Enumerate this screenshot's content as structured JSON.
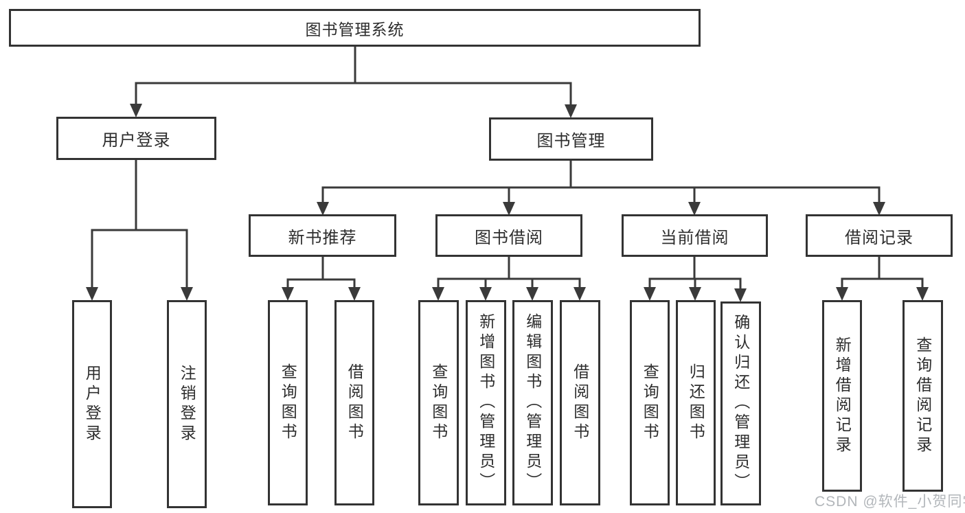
{
  "diagram": {
    "root": {
      "label": "图书管理系统"
    },
    "branches": [
      {
        "label": "用户登录",
        "children": [
          "用户登录",
          "注销登录"
        ]
      },
      {
        "label": "图书管理",
        "children": [
          {
            "label": "新书推荐",
            "children": [
              "查询图书",
              "借阅图书"
            ]
          },
          {
            "label": "图书借阅",
            "children": [
              "查询图书",
              "新增图书（管理员）",
              "编辑图书（管理员）",
              "借阅图书"
            ]
          },
          {
            "label": "当前借阅",
            "children": [
              "查询图书",
              "归还图书",
              "确认归还（管理员）"
            ]
          },
          {
            "label": "借阅记录",
            "children": [
              "新增借阅记录",
              "查询借阅记录"
            ]
          }
        ]
      }
    ]
  },
  "watermark": {
    "text": "CSDN @软件_小贺同学"
  },
  "colors": {
    "line": "#3a3a3a",
    "box_border": "#333333",
    "box_fill": "#ffffff",
    "text": "#2d2d2d",
    "watermark": "#b2b6ba"
  }
}
